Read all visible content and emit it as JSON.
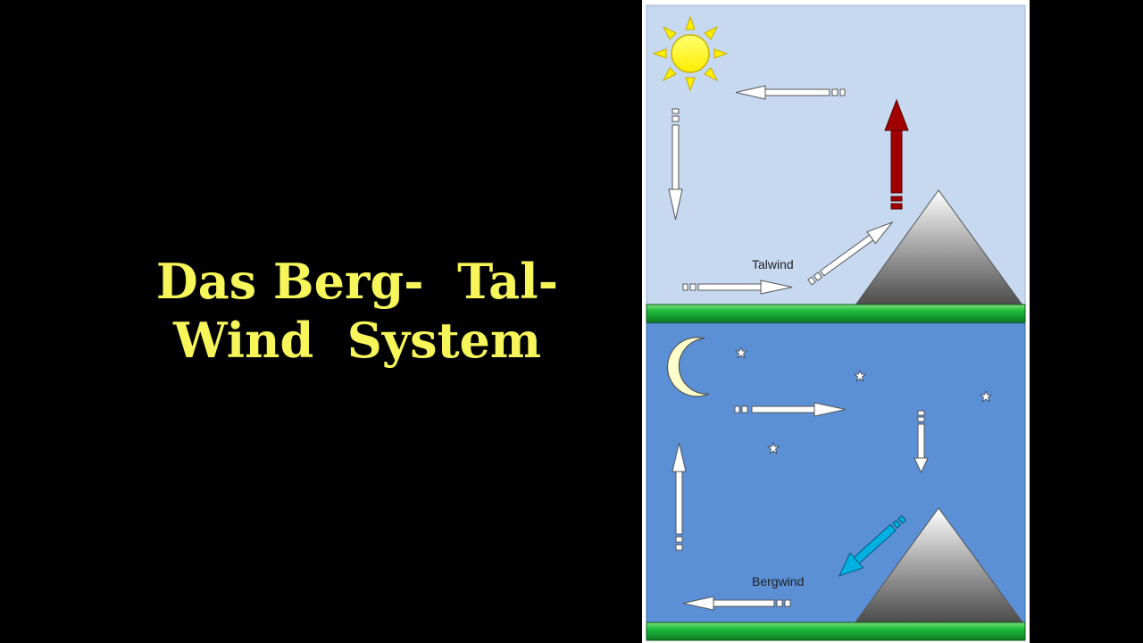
{
  "title": {
    "line1": "Das Berg-  Tal-",
    "line2": "Wind  System"
  },
  "day_panel": {
    "label": "Talwind",
    "sky_color": "#c6d9f0",
    "rising_arrow_color": "#a00000",
    "sun_color": "#ffff00"
  },
  "night_panel": {
    "label": "Bergwind",
    "sky_color": "#5b8fd6",
    "downslope_arrow_color": "#00b0e0",
    "moon_color": "#ffffcc"
  },
  "ground_color": "#1ebc3c",
  "icons": [
    "sun-icon",
    "moon-icon",
    "star-icon",
    "mountain-icon",
    "arrow-icon"
  ]
}
